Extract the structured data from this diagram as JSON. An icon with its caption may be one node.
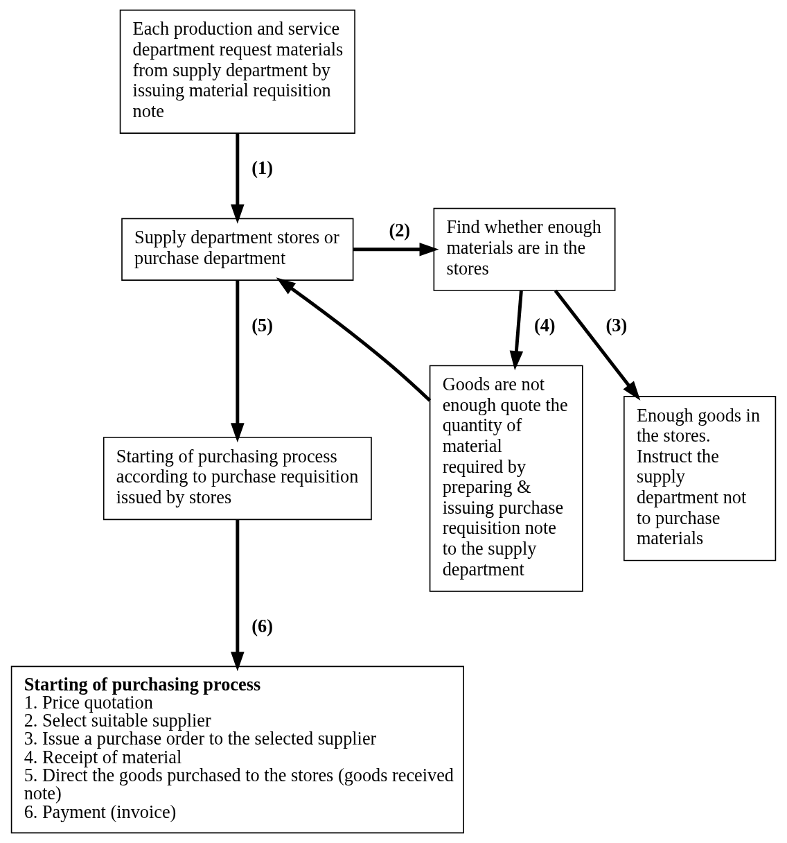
{
  "diagram": {
    "nodes": [
      {
        "text": [
          "Each production and service department request materials from supply department by issuing material requisition note"
        ]
      },
      {
        "text": [
          "Supply department stores or purchase department"
        ]
      },
      {
        "text": [
          "Find whether enough materials are in the stores"
        ]
      },
      {
        "text": [
          "Starting of purchasing process according to purchase requisition issued by stores"
        ]
      },
      {
        "text": [
          "Goods are not enough quote the quantity of material required by preparing & issuing purchase requisition note to the supply department"
        ]
      },
      {
        "text": [
          "Enough goods in the stores. Instruct the supply department not to purchase materials"
        ]
      },
      {
        "text": [
          "Starting of purchasing process",
          "1. Price quotation",
          "2. Select suitable supplier",
          "3. Issue a purchase order to the selected supplier",
          "4. Receipt of material",
          "5. Direct the goods purchased to the stores (goods received note)",
          "6. Payment (invoice)"
        ]
      }
    ],
    "edges": [
      {
        "from": 0,
        "to": 1,
        "arrow": "to",
        "label": "(1)"
      },
      {
        "from": 1,
        "to": 2,
        "arrow": "to",
        "label": "(2)"
      },
      {
        "from": 2,
        "to": 4,
        "arrow": "to",
        "label": "(4)"
      },
      {
        "from": 2,
        "to": 5,
        "arrow": "to",
        "label": "(3)"
      },
      {
        "from": 4,
        "to": 1,
        "arrow": "to"
      },
      {
        "from": 1,
        "to": 3,
        "arrow": "to",
        "label": "(5)"
      },
      {
        "from": 3,
        "to": 6,
        "arrow": "to",
        "label": "(6)"
      }
    ]
  }
}
